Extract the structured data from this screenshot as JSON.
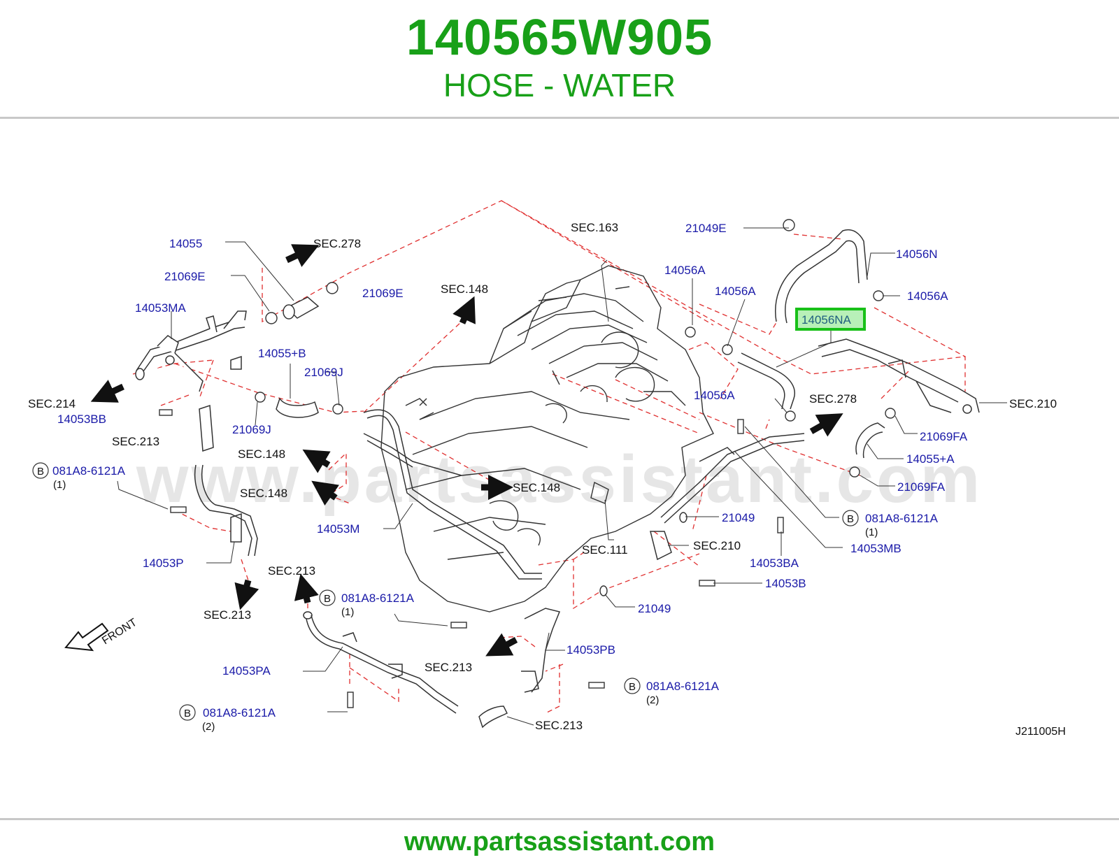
{
  "header": {
    "part_number": "140565W905",
    "description": "HOSE - WATER"
  },
  "footer": {
    "url": "www.partsassistant.com"
  },
  "watermark": "www.partsassistant.com",
  "diagram_code": "J211005H",
  "front_label": "FRONT",
  "highlighted_part": "14056NA",
  "colors": {
    "accent": "#18a018",
    "part_label": "#1a1aa8",
    "dashed_line": "#e03030",
    "highlight_border": "#18c018",
    "highlight_fill": "#b8f0b8"
  },
  "labels": {
    "p14055": "14055",
    "sec278_a": "SEC.278",
    "p21069E_a": "21069E",
    "p21069E_b": "21069E",
    "p14053MA": "14053MA",
    "p14055B": "14055+B",
    "p21069J_a": "21069J",
    "p21069J_b": "21069J",
    "sec214": "SEC.214",
    "p14053BB": "14053BB",
    "sec213_a": "SEC.213",
    "bolt_1": "081A8-6121A",
    "qty_1": "(1)",
    "p14053P": "14053P",
    "sec148_a": "SEC.148",
    "sec148_b": "SEC.148",
    "sec148_c": "SEC.148",
    "sec148_d": "SEC.148",
    "p14053M": "14053M",
    "sec213_b": "SEC.213",
    "sec213_c": "SEC.213",
    "bolt_2": "081A8-6121A",
    "qty_2": "(1)",
    "p14053PA": "14053PA",
    "bolt_3": "081A8-6121A",
    "qty_3": "(2)",
    "sec213_d": "SEC.213",
    "sec213_e": "SEC.213",
    "p14053PB": "14053PB",
    "bolt_4": "081A8-6121A",
    "qty_4": "(2)",
    "sec163": "SEC.163",
    "p21049E": "21049E",
    "p14056N": "14056N",
    "p14056A_a": "14056A",
    "p14056A_b": "14056A",
    "p14056A_c": "14056A",
    "p14056A_d": "14056A",
    "p14056NA": "14056NA",
    "sec278_b": "SEC.278",
    "sec210_a": "SEC.210",
    "p21069FA_a": "21069FA",
    "p14055A": "14055+A",
    "p21069FA_b": "21069FA",
    "bolt_5": "081A8-6121A",
    "qty_5": "(1)",
    "p21049_a": "21049",
    "p14053MB": "14053MB",
    "sec111": "SEC.111",
    "sec210_b": "SEC.210",
    "p14053BA": "14053BA",
    "p14053B": "14053B",
    "p21049_b": "21049",
    "b_circle": "B"
  }
}
